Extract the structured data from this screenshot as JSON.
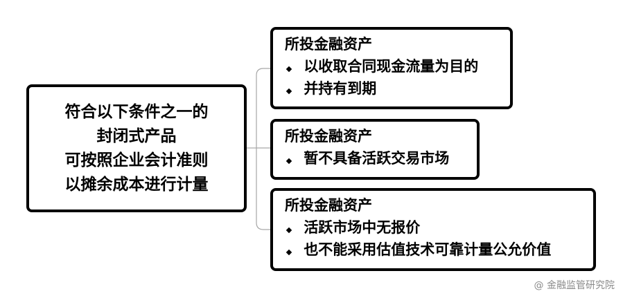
{
  "main_condition": {
    "lines": [
      "符合以下条件之一的",
      "封闭式产品",
      "可按照企业会计准则",
      "以摊余成本进行计量"
    ]
  },
  "conditions": [
    {
      "title": "所投金融资产",
      "bullets": [
        "以收取合同现金流量为目的",
        "并持有到期"
      ]
    },
    {
      "title": "所投金融资产",
      "bullets": [
        "暂不具备活跃交易市场"
      ]
    },
    {
      "title": "所投金融资产",
      "bullets": [
        "活跃市场中无报价",
        "也不能采用估值技术可靠计量公允价值"
      ]
    }
  ],
  "watermark": "@ 金融监管研究院",
  "colors": {
    "border": "#000000",
    "connector": "#a6a6a6",
    "watermark": "#8a8a8a"
  }
}
